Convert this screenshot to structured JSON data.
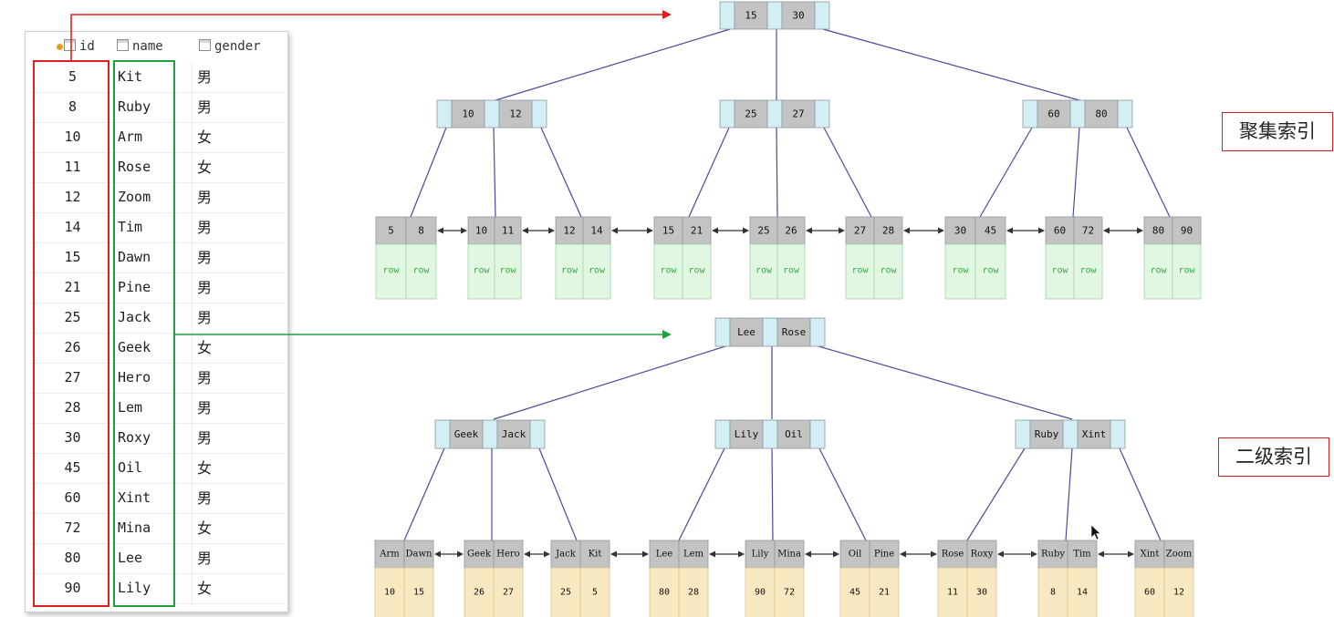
{
  "table": {
    "headers": {
      "id": "id",
      "name": "name",
      "gender": "gender"
    },
    "rows": [
      {
        "id": "5",
        "name": "Kit",
        "gender": "男"
      },
      {
        "id": "8",
        "name": "Ruby",
        "gender": "男"
      },
      {
        "id": "10",
        "name": "Arm",
        "gender": "女"
      },
      {
        "id": "11",
        "name": "Rose",
        "gender": "女"
      },
      {
        "id": "12",
        "name": "Zoom",
        "gender": "男"
      },
      {
        "id": "14",
        "name": "Tim",
        "gender": "男"
      },
      {
        "id": "15",
        "name": "Dawn",
        "gender": "男"
      },
      {
        "id": "21",
        "name": "Pine",
        "gender": "男"
      },
      {
        "id": "25",
        "name": "Jack",
        "gender": "男"
      },
      {
        "id": "26",
        "name": "Geek",
        "gender": "女"
      },
      {
        "id": "27",
        "name": "Hero",
        "gender": "男"
      },
      {
        "id": "28",
        "name": "Lem",
        "gender": "男"
      },
      {
        "id": "30",
        "name": "Roxy",
        "gender": "男"
      },
      {
        "id": "45",
        "name": "Oil",
        "gender": "女"
      },
      {
        "id": "60",
        "name": "Xint",
        "gender": "男"
      },
      {
        "id": "72",
        "name": "Mina",
        "gender": "女"
      },
      {
        "id": "80",
        "name": "Lee",
        "gender": "男"
      },
      {
        "id": "90",
        "name": "Lily",
        "gender": "女"
      }
    ]
  },
  "clustered": {
    "label": "聚集索引",
    "root": [
      "15",
      "30"
    ],
    "internal": [
      [
        "10",
        "12"
      ],
      [
        "25",
        "27"
      ],
      [
        "60",
        "80"
      ]
    ],
    "leaves": [
      [
        "5",
        "8"
      ],
      [
        "10",
        "11"
      ],
      [
        "12",
        "14"
      ],
      [
        "15",
        "21"
      ],
      [
        "25",
        "26"
      ],
      [
        "27",
        "28"
      ],
      [
        "30",
        "45"
      ],
      [
        "60",
        "72"
      ],
      [
        "80",
        "90"
      ]
    ],
    "row_text": "row"
  },
  "secondary": {
    "label": "二级索引",
    "root": [
      "Lee",
      "Rose"
    ],
    "internal": [
      [
        "Geek",
        "Jack"
      ],
      [
        "Lily",
        "Oil"
      ],
      [
        "Ruby",
        "Xint"
      ]
    ],
    "leaves": [
      {
        "keys": [
          "Arm",
          "Dawn"
        ],
        "ids": [
          "10",
          "15"
        ]
      },
      {
        "keys": [
          "Geek",
          "Hero"
        ],
        "ids": [
          "26",
          "27"
        ]
      },
      {
        "keys": [
          "Jack",
          "Kit"
        ],
        "ids": [
          "25",
          "5"
        ]
      },
      {
        "keys": [
          "Lee",
          "Lem"
        ],
        "ids": [
          "80",
          "28"
        ]
      },
      {
        "keys": [
          "Lily",
          "Mina"
        ],
        "ids": [
          "90",
          "72"
        ]
      },
      {
        "keys": [
          "Oil",
          "Pine"
        ],
        "ids": [
          "45",
          "21"
        ]
      },
      {
        "keys": [
          "Rose",
          "Roxy"
        ],
        "ids": [
          "11",
          "30"
        ]
      },
      {
        "keys": [
          "Ruby",
          "Tim"
        ],
        "ids": [
          "8",
          "14"
        ]
      },
      {
        "keys": [
          "Xint",
          "Zoom"
        ],
        "ids": [
          "60",
          "12"
        ]
      }
    ]
  },
  "colors": {
    "node_key": "#c3c3c3",
    "node_ptr": "#d3eef4",
    "row_bg": "#e2f7e2",
    "row_text": "#3aa84a",
    "id_bg": "#f6e9c2",
    "edge": "#4a4a9a",
    "red": "#e02020",
    "green": "#20a040"
  }
}
